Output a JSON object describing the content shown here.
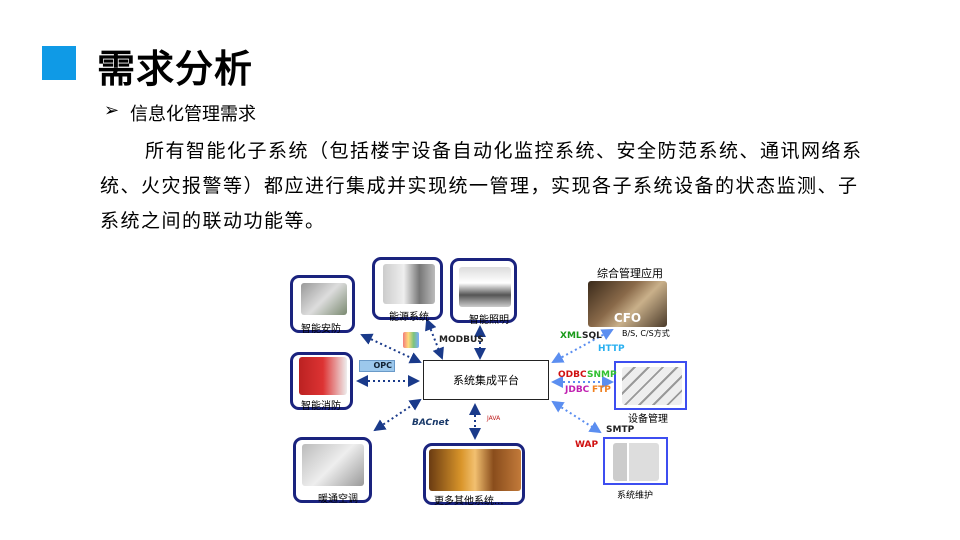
{
  "slide": {
    "title": "需求分析",
    "bullet_symbol": "➢",
    "subtitle": "信息化管理需求",
    "paragraph": "所有智能化子系统（包括楼宇设备自动化监控系统、安全防范系统、通讯网络系统、火灾报警等）都应进行集成并实现统一管理，实现各子系统设备的状态监测、子系统之间的联动功能等。",
    "accent_color": "#0f9ae6"
  },
  "diagram": {
    "center": "系统集成平台",
    "subsystems": [
      "智能安防",
      "能源系统",
      "智能照明",
      "智能消防",
      "暖通空调",
      "更多其他系统..."
    ],
    "app_title": "综合管理应用",
    "cfo": "CFO",
    "bs_cs": "B/S, C/S方式",
    "device_mgmt": "设备管理",
    "maintenance": "系统维护",
    "protocols": {
      "modbus": "MODBUS",
      "xml": "XML",
      "sql": "SQL",
      "http": "HTTP",
      "odbc": "ODBC",
      "snmp": "SNMP",
      "jdbc": "JDBC",
      "ftp": "FTP",
      "smtp": "SMTP",
      "wap": "WAP"
    },
    "logos": {
      "opc": "OPC",
      "bacnet": "BACnet",
      "java": "JAVA",
      "lonmark": "LonMark"
    }
  }
}
